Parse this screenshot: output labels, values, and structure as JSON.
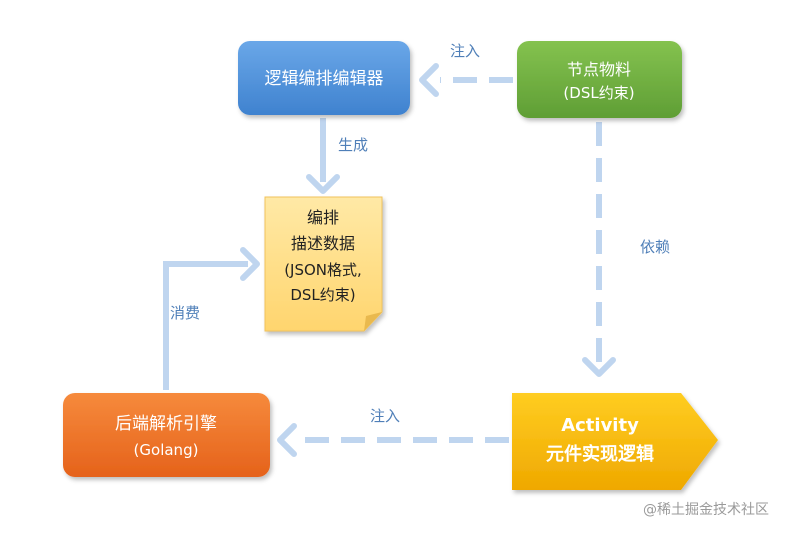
{
  "nodes": {
    "editor": {
      "label": "逻辑编排编辑器"
    },
    "materials": {
      "line1": "节点物料",
      "line2": "(DSL约束)"
    },
    "data_note": {
      "line1": "编排",
      "line2": "描述数据",
      "line3": "(JSON格式,",
      "line4": "DSL约束)"
    },
    "backend": {
      "line1": "后端解析引擎",
      "line2": "(Golang)"
    },
    "activity": {
      "line1": "Activity",
      "line2": "元件实现逻辑"
    }
  },
  "edges": {
    "inject_top": "注入",
    "generate": "生成",
    "depend": "依赖",
    "consume": "消费",
    "inject_bottom": "注入"
  },
  "watermark": "@稀土掘金技术社区",
  "colors": {
    "blue": "#4a90d9",
    "green": "#6cae3c",
    "orange": "#ef7226",
    "note": "#ffde86",
    "activity": "#f6b800",
    "arrow": "#bfd5ef",
    "edge_label": "#4f7fb8"
  }
}
